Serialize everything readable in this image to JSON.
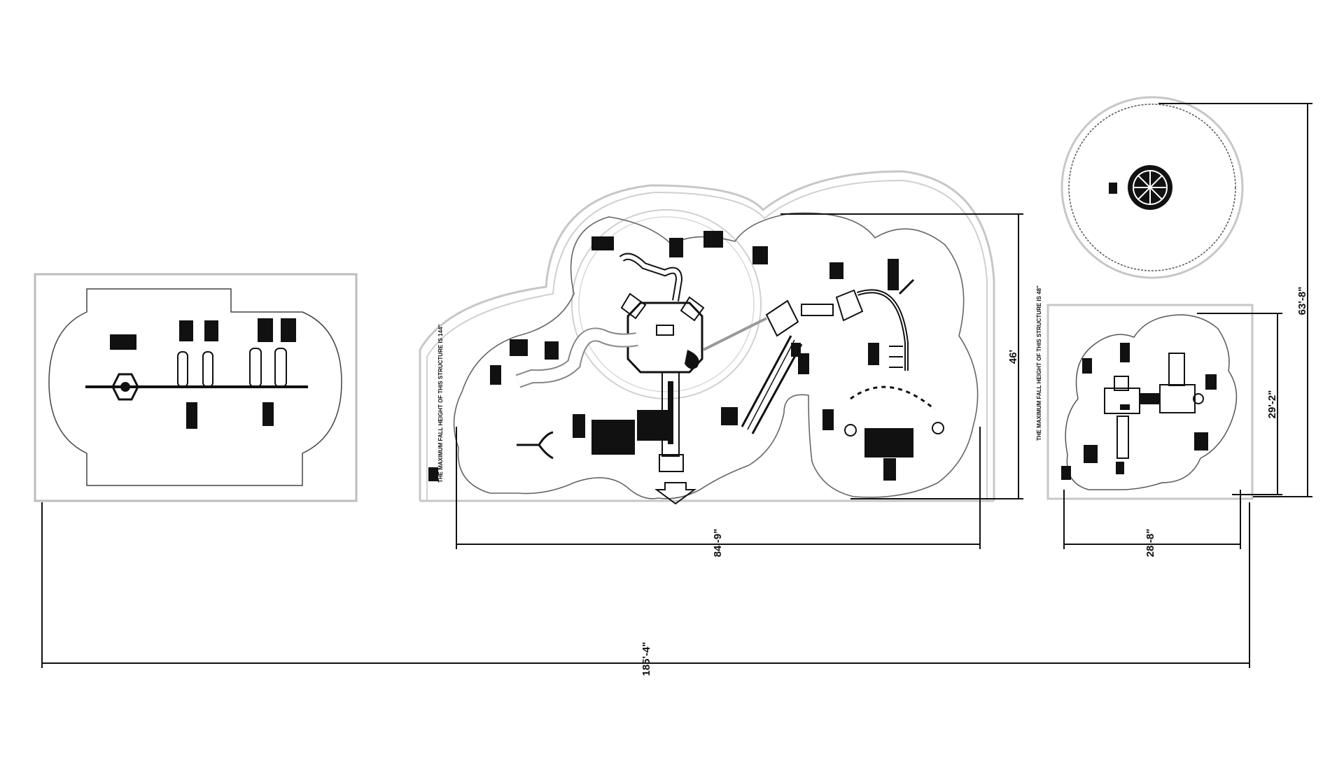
{
  "dimensions": {
    "overall_width": "185'-4\"",
    "main_width": "84'-9\"",
    "main_height": "46'",
    "small_width": "28'-8\"",
    "small_height": "29'-2\"",
    "right_total_height": "63'-8\""
  },
  "notes": {
    "main_fall_height": "THE MAXIMUM FALL HEIGHT OF THIS STRUCTURE IS 144\"",
    "small_fall_height": "THE MAXIMUM FALL HEIGHT OF THIS STRUCTURE IS 48\""
  },
  "colors": {
    "line": "#111111",
    "boundary": "#bdbdbd",
    "background": "#ffffff"
  }
}
